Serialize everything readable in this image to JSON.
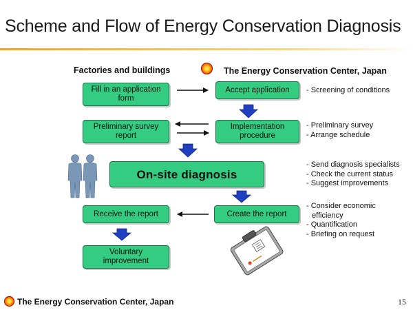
{
  "slide": {
    "title": "Scheme and Flow of Energy Conservation Diagnosis",
    "page_number": "15"
  },
  "headings": {
    "left": "Factories and buildings",
    "right": "The Energy Conservation Center, Japan"
  },
  "boxes": {
    "application_form": "Fill in an application\nform",
    "accept_application": "Accept application",
    "preliminary_report": "Preliminary survey\nreport",
    "implementation": "Implementation\nprocedure",
    "onsite": "On-site diagnosis",
    "receive_report": "Receive the report",
    "create_report": "Create the report",
    "voluntary": "Voluntary\nimprovement"
  },
  "notes": {
    "accept": [
      "- Screening of conditions"
    ],
    "implementation": [
      "- Preliminary survey",
      "- Arrange schedule"
    ],
    "onsite": [
      "- Send diagnosis specialists",
      "- Check the current status",
      "- Suggest improvements"
    ],
    "create": [
      "- Consider economic",
      "efficiency",
      "- Quantification",
      "- Briefing on request"
    ]
  },
  "footer": {
    "org": "The Energy Conservation Center, Japan"
  },
  "colors": {
    "box_fill": "#33cc80",
    "box_border": "#1f6e45",
    "flow_arrow": "#1f3fbf",
    "accent_rule": "#f2a51a",
    "people_silhouette": "#7a97b8"
  },
  "icons": [
    "eccj-logo-icon",
    "people-icon",
    "report-clipboard-icon"
  ]
}
